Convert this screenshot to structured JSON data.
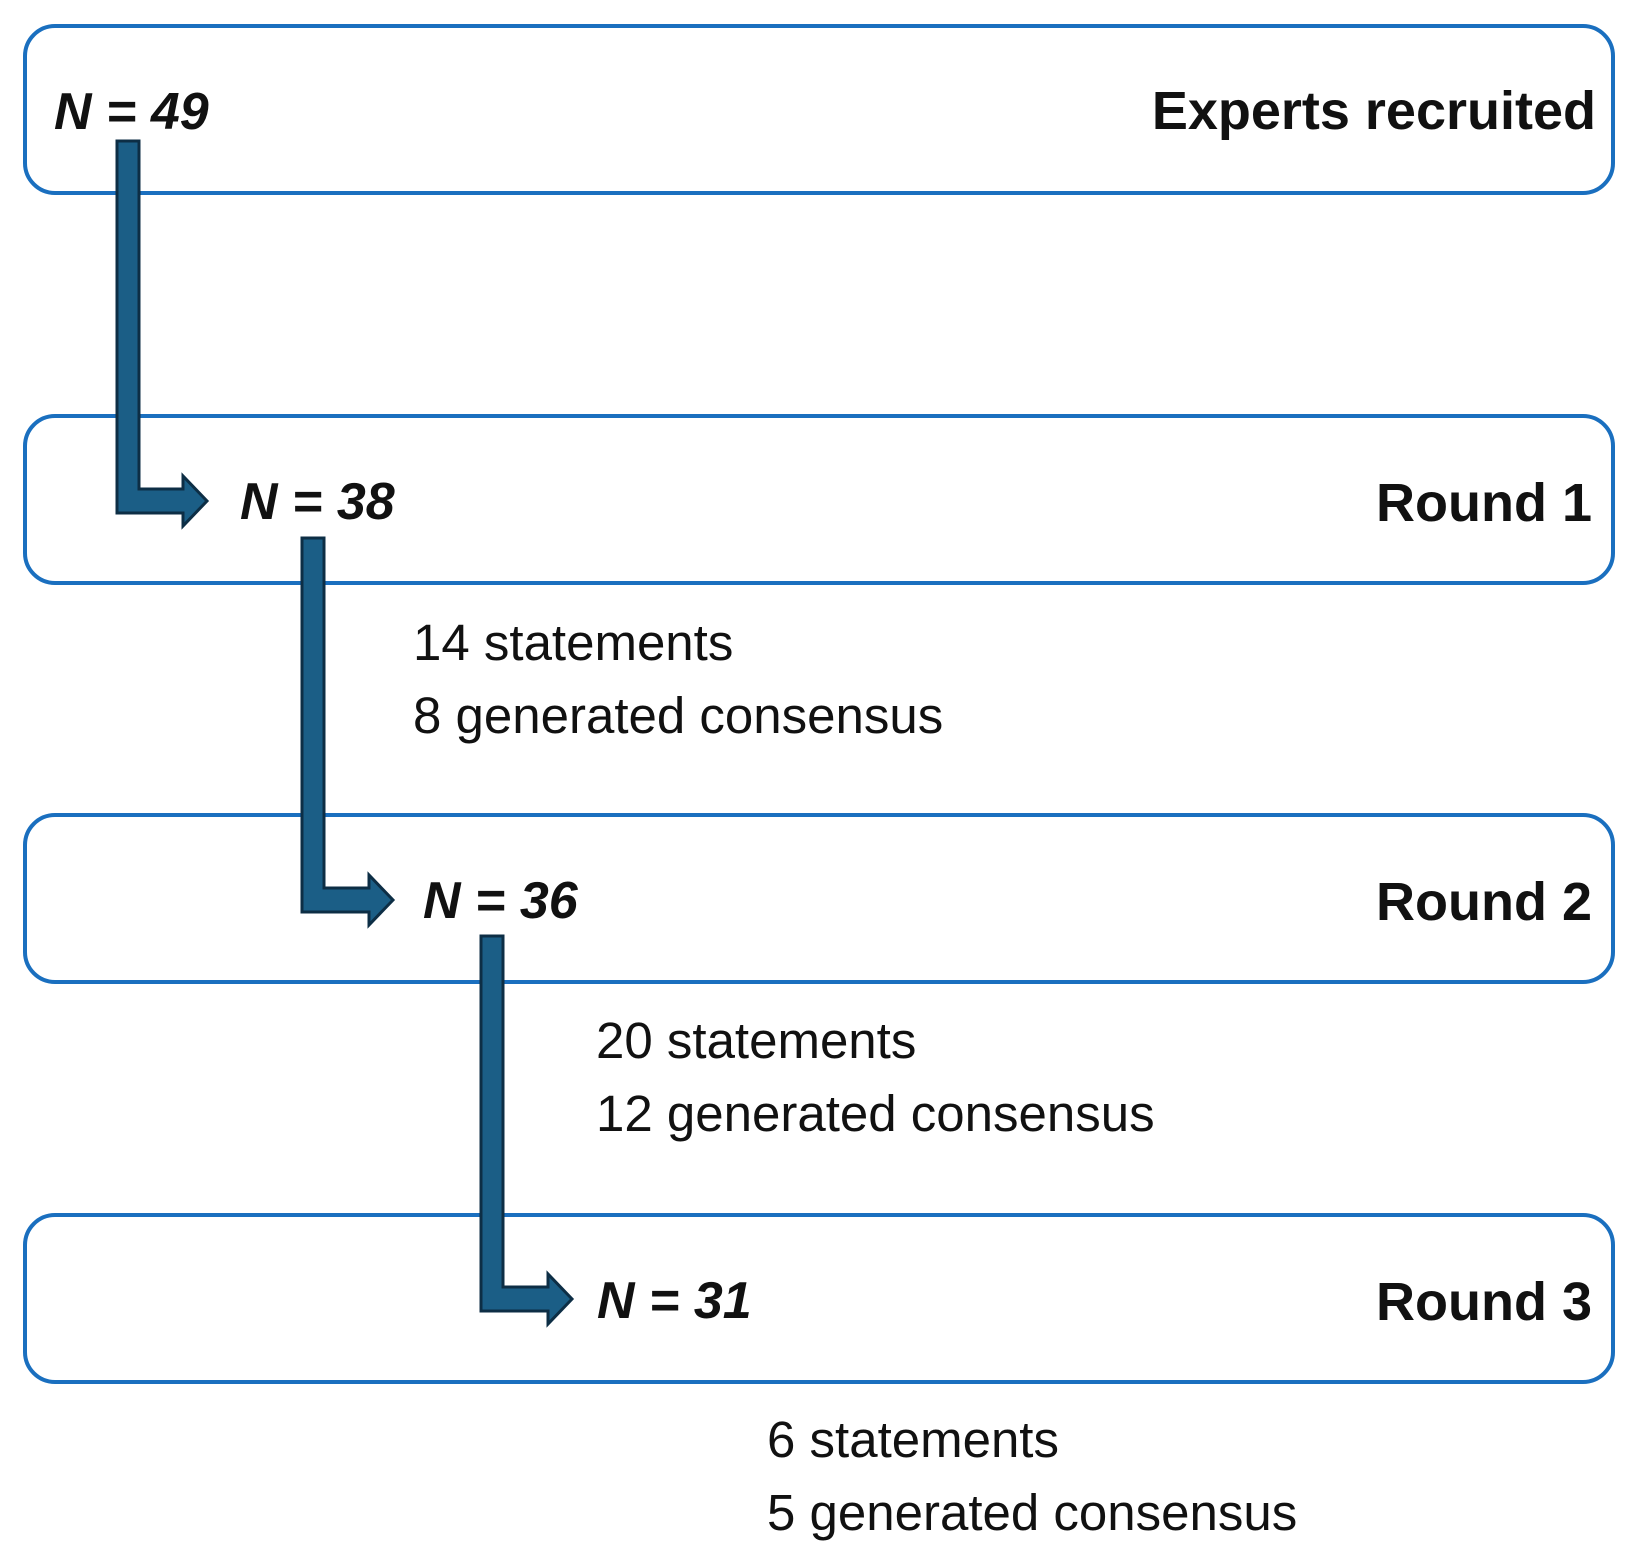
{
  "stages": [
    {
      "label": "Experts recruited",
      "n": "N = 49"
    },
    {
      "label": "Round 1",
      "n": "N = 38"
    },
    {
      "label": "Round 2",
      "n": "N = 36"
    },
    {
      "label": "Round 3",
      "n": "N = 31"
    }
  ],
  "notes": [
    {
      "statements": "14 statements",
      "consensus": "8 generated consensus"
    },
    {
      "statements": "20 statements",
      "consensus": "12 generated consensus"
    },
    {
      "statements": "6 statements",
      "consensus": "5 generated consensus"
    }
  ],
  "colors": {
    "box_border": "#1a6fbf",
    "arrow_fill": "#1b5e86",
    "arrow_stroke": "#0d2e45"
  }
}
